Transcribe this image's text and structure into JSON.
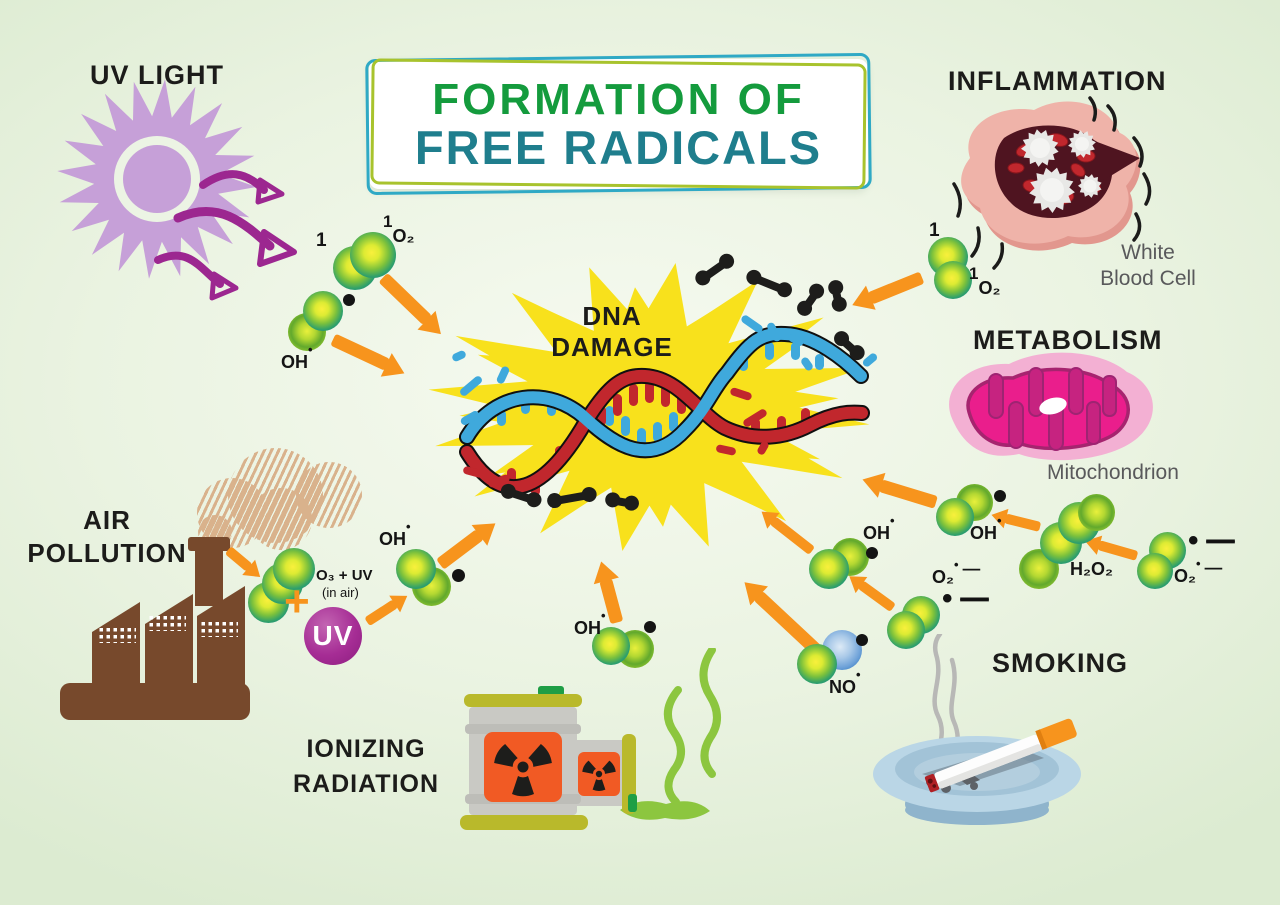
{
  "palette": {
    "background": "#eaf3e2",
    "arrow_orange": "#f7941d",
    "uv_magenta": "#9c2790",
    "title_green": "#149b3d",
    "title_teal": "#1f7e8d",
    "heading_black": "#1c1c1a",
    "muted_grey": "#59595b",
    "starburst_yellow": "#f8e11c",
    "dna_blue": "#3fa9dc",
    "dna_red": "#c1272d"
  },
  "title": {
    "line1": "FORMATION OF",
    "line2": "FREE RADICALS"
  },
  "sections": {
    "uv_light": {
      "label": "UV LIGHT"
    },
    "inflammation": {
      "label": "INFLAMMATION",
      "sublabel_line1": "White",
      "sublabel_line2": "Blood Cell"
    },
    "metabolism": {
      "label": "METABOLISM",
      "sublabel": "Mitochondrion"
    },
    "air_pollution": {
      "label_line1": "AIR",
      "label_line2": "POLLUTION"
    },
    "ionizing_radiation": {
      "label_line1": "IONIZING",
      "label_line2": "RADIATION"
    },
    "smoking": {
      "label": "SMOKING"
    },
    "dna_damage": {
      "label_line1": "DNA",
      "label_line2": "DAMAGE"
    }
  },
  "labels": {
    "one": "1",
    "o2": "O₂",
    "oh": "OH",
    "no": "NO",
    "dot": "•",
    "minus": "−",
    "h2o2": "H₂O₂",
    "o3_uv": "O₃ + UV",
    "in_air": "(in air)",
    "uv_badge": "UV",
    "plus": "+"
  }
}
